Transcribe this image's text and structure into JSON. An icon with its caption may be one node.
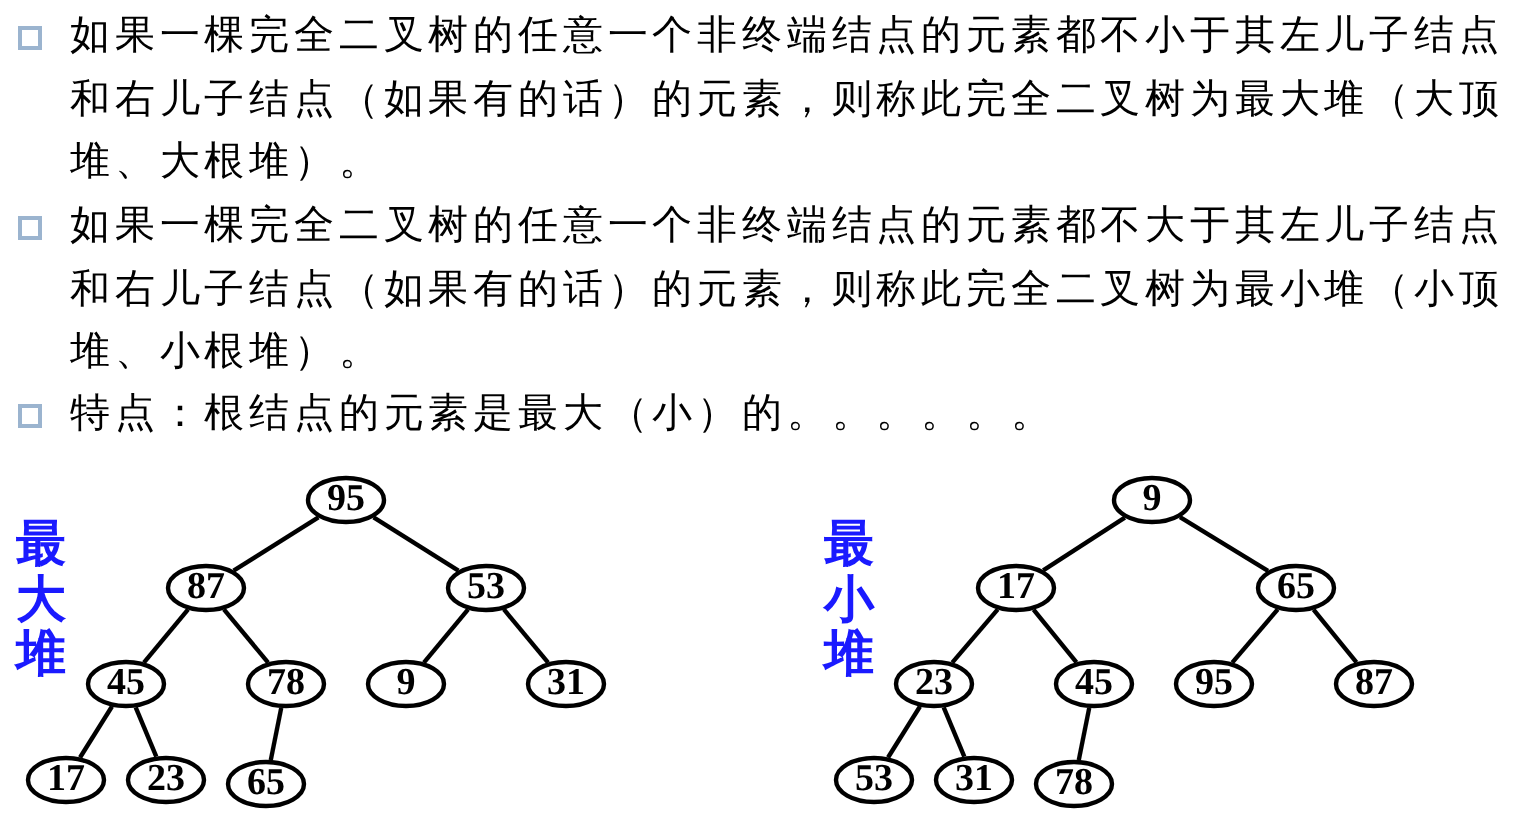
{
  "diagram": {
    "nodes": [
      {
        "text": [
          "95"
        ]
      },
      {
        "text": [
          "87"
        ]
      },
      {
        "text": [
          "53"
        ]
      },
      {
        "text": [
          "45"
        ]
      },
      {
        "text": [
          "78"
        ]
      },
      {
        "text": [
          "9"
        ]
      },
      {
        "text": [
          "31"
        ]
      },
      {
        "text": [
          "17"
        ]
      },
      {
        "text": [
          "23"
        ]
      },
      {
        "text": [
          "65"
        ]
      },
      {
        "text": [
          "9"
        ]
      },
      {
        "text": [
          "17"
        ]
      },
      {
        "text": [
          "65"
        ]
      },
      {
        "text": [
          "23"
        ]
      },
      {
        "text": [
          "45"
        ]
      },
      {
        "text": [
          "95"
        ]
      },
      {
        "text": [
          "87"
        ]
      },
      {
        "text": [
          "53"
        ]
      },
      {
        "text": [
          "31"
        ]
      },
      {
        "text": [
          "78"
        ]
      }
    ],
    "edges": [
      {
        "from": 0,
        "to": 1,
        "arrow": "none"
      },
      {
        "from": 0,
        "to": 2,
        "arrow": "none"
      },
      {
        "from": 1,
        "to": 3,
        "arrow": "none"
      },
      {
        "from": 1,
        "to": 4,
        "arrow": "none"
      },
      {
        "from": 2,
        "to": 5,
        "arrow": "none"
      },
      {
        "from": 2,
        "to": 6,
        "arrow": "none"
      },
      {
        "from": 3,
        "to": 7,
        "arrow": "none"
      },
      {
        "from": 3,
        "to": 8,
        "arrow": "none"
      },
      {
        "from": 4,
        "to": 9,
        "arrow": "none"
      },
      {
        "from": 10,
        "to": 11,
        "arrow": "none"
      },
      {
        "from": 10,
        "to": 12,
        "arrow": "none"
      },
      {
        "from": 11,
        "to": 13,
        "arrow": "none"
      },
      {
        "from": 11,
        "to": 14,
        "arrow": "none"
      },
      {
        "from": 12,
        "to": 15,
        "arrow": "none"
      },
      {
        "from": 12,
        "to": 16,
        "arrow": "none"
      },
      {
        "from": 13,
        "to": 17,
        "arrow": "none"
      },
      {
        "from": 13,
        "to": 18,
        "arrow": "none"
      },
      {
        "from": 14,
        "to": 19,
        "arrow": "none"
      }
    ],
    "labels": [
      "如果一棵完全二叉树的任意一个非终端结点的元素都不小于其左儿子结点和右儿子结点（如果有的话）的元素，则称此完全二叉树为最大堆（大顶堆、大根堆）。",
      "如果一棵完全二叉树的任意一个非终端结点的元素都不大于其左儿子结点和右儿子结点（如果有的话）的元素，则称此完全二叉树为最小堆（小顶堆、小根堆）。",
      "特点：根结点的元素是最大（小）的。。。。。。",
      "最大堆",
      "最小堆"
    ]
  }
}
